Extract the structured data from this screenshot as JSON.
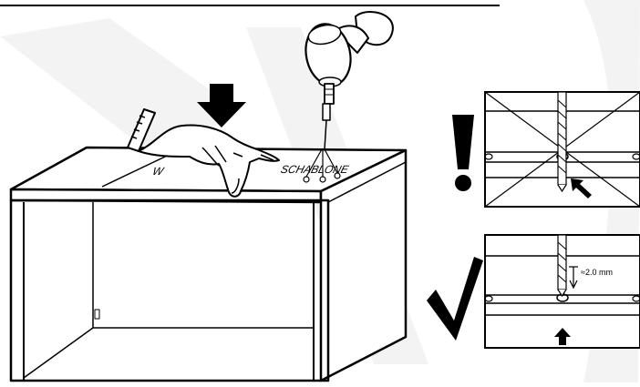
{
  "template_label": "SCHABLONE",
  "template_label_partial": "W",
  "depth_annotation": "≈2.0 mm",
  "icons": [
    "press-down-arrow-icon",
    "drill-icon",
    "hand-icon",
    "warning-exclamation-icon",
    "checkmark-icon",
    "up-arrow-icon",
    "pointer-arrow-icon"
  ],
  "colors": {
    "ink": "#000000",
    "paper": "#ffffff",
    "watermark": "#f2f2f2"
  }
}
